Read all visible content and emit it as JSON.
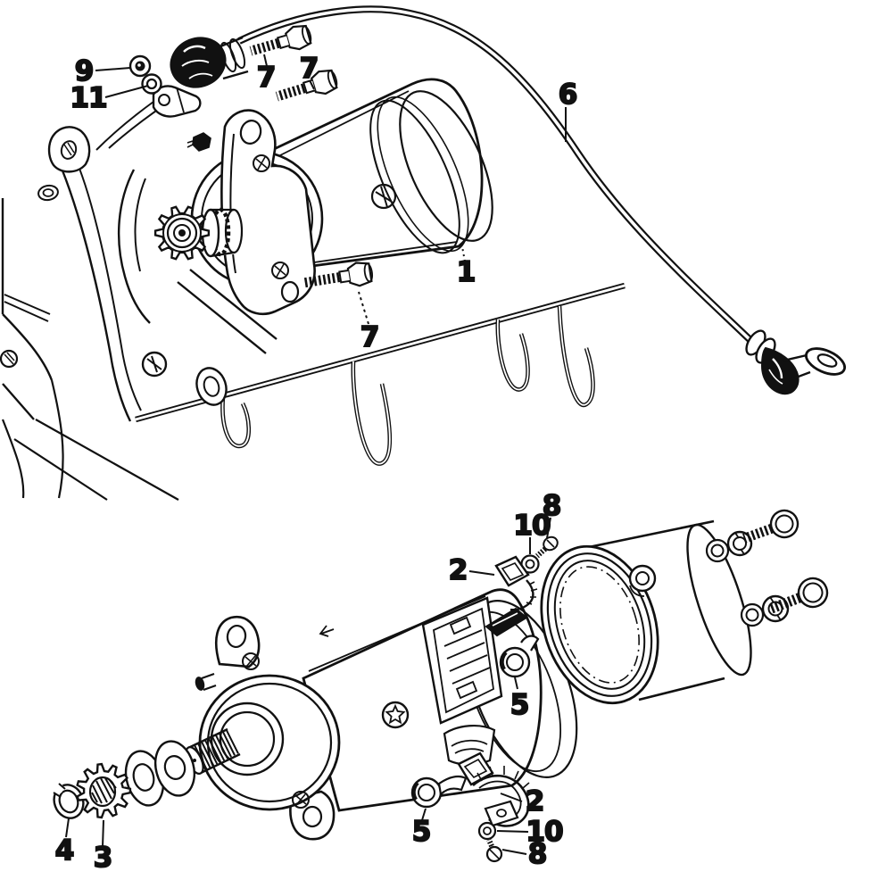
{
  "diagram": {
    "ink_color": "#111111",
    "paper_color": "#ffffff",
    "callouts": [
      "9",
      "11",
      "7",
      "7",
      "6",
      "1",
      "7",
      "8",
      "10",
      "2",
      "5",
      "5",
      "2",
      "10",
      "8",
      "4",
      "3"
    ]
  }
}
